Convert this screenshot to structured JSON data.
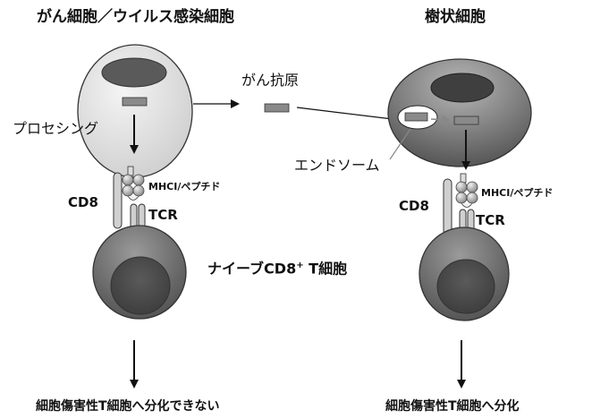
{
  "left": {
    "title": "がん細胞／ウイルス感染細胞",
    "processing": "プロセシング",
    "mhc_label": "MHCI/ペプチド",
    "cd8": "CD8",
    "tcr": "TCR",
    "outcome": "細胞傷害性T細胞へ分化できない"
  },
  "middle": {
    "antigen": "がん抗原",
    "naive_tcell": "ナイーブCD8",
    "naive_tcell_sup": "+",
    "naive_tcell_suffix": " T細胞"
  },
  "right": {
    "title": "樹状細胞",
    "endosome": "エンドソーム",
    "mhc_label": "MHCI/ペプチド",
    "cd8": "CD8",
    "tcr": "TCR",
    "outcome": "細胞傷害性T細胞へ分化"
  },
  "colors": {
    "cell_light": "#e3e3e3",
    "cell_dark": "#6e6e6e",
    "nucleus_dark": "#4a4a4a",
    "peptide": "#8a8a8a",
    "arrow": "#111111"
  }
}
